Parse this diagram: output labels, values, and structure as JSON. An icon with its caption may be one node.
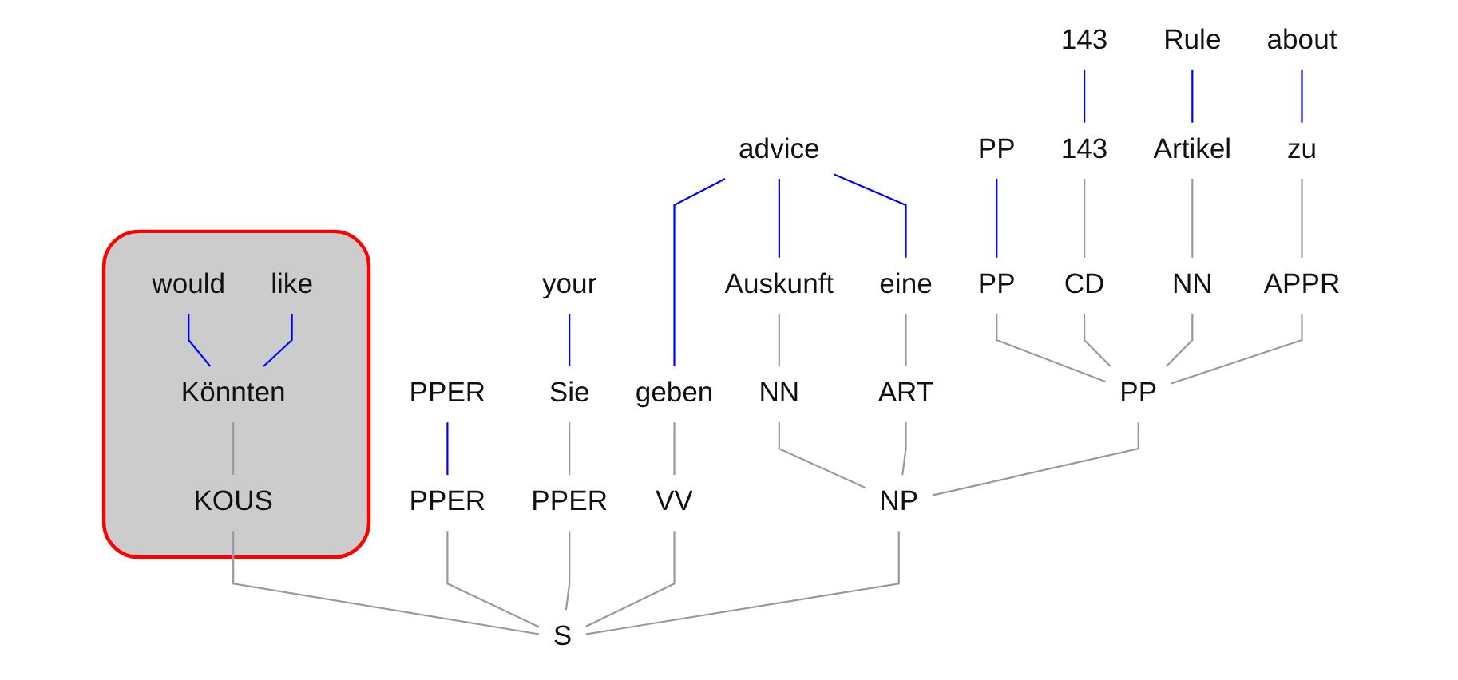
{
  "diagram": {
    "nodes": [
      {
        "text": [],
        "shape": "band"
      },
      {
        "text": [
          "PPER"
        ]
      },
      {
        "text": [
          "would"
        ],
        "in": 0
      },
      {
        "text": [
          "like"
        ],
        "in": 0
      },
      {
        "text": [
          "your"
        ]
      },
      {
        "text": [
          "advice"
        ]
      },
      {
        "text": [
          "about"
        ]
      },
      {
        "text": [
          "Rule"
        ]
      },
      {
        "text": [
          "143"
        ]
      },
      {
        "text": [
          "PP"
        ]
      },
      {
        "text": [
          "Könnten"
        ],
        "in": 0
      },
      {
        "text": [
          "Sie"
        ]
      },
      {
        "text": [
          "eine"
        ]
      },
      {
        "text": [
          "Auskunft"
        ]
      },
      {
        "text": [
          "zu"
        ]
      },
      {
        "text": [
          "Artikel"
        ]
      },
      {
        "text": [
          "143"
        ]
      },
      {
        "text": [
          "geben"
        ]
      },
      {
        "text": [
          "KOUS"
        ],
        "in": 0
      },
      {
        "text": [
          "PPER"
        ]
      },
      {
        "text": [
          "PPER"
        ]
      },
      {
        "text": [
          "ART"
        ]
      },
      {
        "text": [
          "NN"
        ]
      },
      {
        "text": [
          "APPR"
        ]
      },
      {
        "text": [
          "NN"
        ]
      },
      {
        "text": [
          "CD"
        ]
      },
      {
        "text": [
          "VV"
        ]
      },
      {
        "text": [
          "PP"
        ]
      },
      {
        "text": [
          "PP"
        ]
      },
      {
        "text": [
          "NP"
        ]
      },
      {
        "text": [
          "S"
        ]
      }
    ],
    "edges": [
      {
        "from": 1,
        "to": 20,
        "arrow": "none",
        "color": "#0000ff"
      },
      {
        "from": 2,
        "to": 10,
        "arrow": "none",
        "color": "#0000ff"
      },
      {
        "from": 3,
        "to": 10,
        "arrow": "none",
        "color": "#0000ff"
      },
      {
        "from": 4,
        "to": 11,
        "arrow": "none",
        "color": "#0000ff"
      },
      {
        "from": 5,
        "to": 12,
        "arrow": "none",
        "color": "#0000ff"
      },
      {
        "from": 5,
        "to": 13,
        "arrow": "none",
        "color": "#0000ff"
      },
      {
        "from": 5,
        "to": 17,
        "arrow": "none",
        "color": "#0000ff"
      },
      {
        "from": 6,
        "to": 14,
        "arrow": "none",
        "color": "#0000ff"
      },
      {
        "from": 7,
        "to": 15,
        "arrow": "none",
        "color": "#0000ff"
      },
      {
        "from": 8,
        "to": 16,
        "arrow": "none",
        "color": "#0000ff"
      },
      {
        "from": 9,
        "to": 27,
        "arrow": "none",
        "color": "#0000ff"
      },
      {
        "from": 10,
        "to": 18,
        "arrow": "none"
      },
      {
        "from": 11,
        "to": 19,
        "arrow": "none"
      },
      {
        "from": 12,
        "to": 21,
        "arrow": "none"
      },
      {
        "from": 13,
        "to": 22,
        "arrow": "none"
      },
      {
        "from": 14,
        "to": 23,
        "arrow": "none"
      },
      {
        "from": 15,
        "to": 24,
        "arrow": "none"
      },
      {
        "from": 16,
        "to": 25,
        "arrow": "none"
      },
      {
        "from": 17,
        "to": 26,
        "arrow": "none"
      },
      {
        "from": 18,
        "to": 30,
        "arrow": "none"
      },
      {
        "from": 19,
        "to": 30,
        "arrow": "none"
      },
      {
        "from": 20,
        "to": 30,
        "arrow": "none"
      },
      {
        "from": 21,
        "to": 29,
        "arrow": "none"
      },
      {
        "from": 22,
        "to": 29,
        "arrow": "none"
      },
      {
        "from": 23,
        "to": 28,
        "arrow": "none"
      },
      {
        "from": 24,
        "to": 28,
        "arrow": "none"
      },
      {
        "from": 25,
        "to": 28,
        "arrow": "none"
      },
      {
        "from": 27,
        "to": 28,
        "arrow": "none"
      },
      {
        "from": 28,
        "to": 29,
        "arrow": "none"
      },
      {
        "from": 29,
        "to": 30,
        "arrow": "none"
      },
      {
        "from": 26,
        "to": 30,
        "arrow": "none"
      }
    ]
  }
}
